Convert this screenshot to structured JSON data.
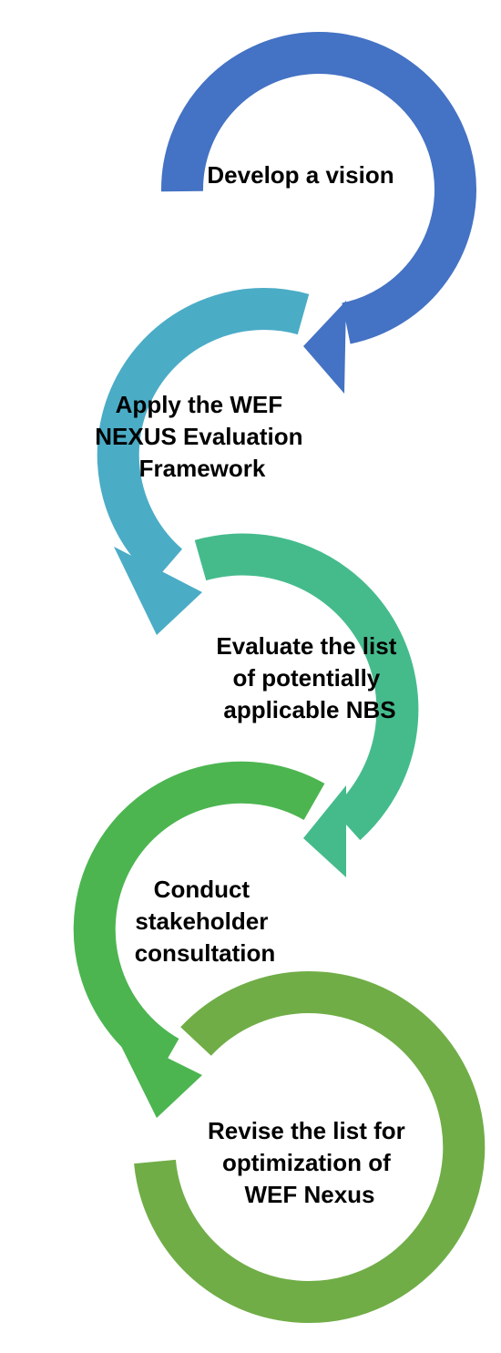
{
  "steps": [
    {
      "lines": [
        "Develop a vision"
      ],
      "color": "#4472C4"
    },
    {
      "lines": [
        "Apply the WEF",
        "NEXUS Evaluation",
        "Framework"
      ],
      "color": "#4BACC6"
    },
    {
      "lines": [
        "Evaluate the list",
        "of potentially",
        "applicable NBS"
      ],
      "color": "#45BB8C"
    },
    {
      "lines": [
        "Conduct",
        "stakeholder",
        "consultation"
      ],
      "color": "#4CB550"
    },
    {
      "lines": [
        "Revise the list for",
        "optimization of",
        "WEF Nexus"
      ],
      "color": "#70AD47"
    }
  ]
}
